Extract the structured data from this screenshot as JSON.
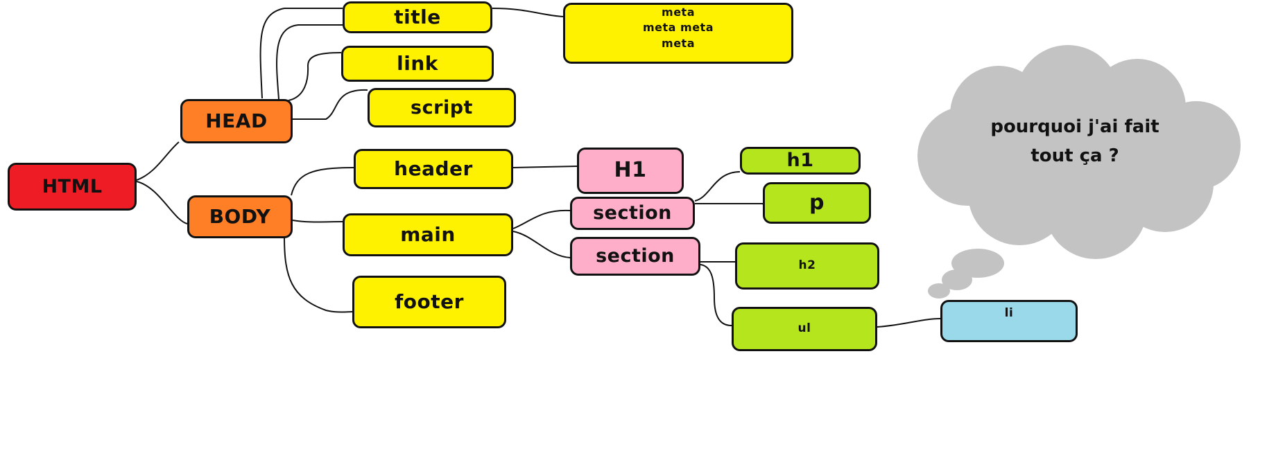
{
  "nodes": {
    "html": "HTML",
    "head": "HEAD",
    "body": "BODY",
    "title": "title",
    "link": "link",
    "script": "script",
    "meta_line1": "meta",
    "meta_line2": "meta meta",
    "meta_line3": "meta",
    "header": "header",
    "main": "main",
    "footer": "footer",
    "h1_upper": "H1",
    "section_1": "section",
    "section_2": "section",
    "h1_lower": "h1",
    "p": "p",
    "h2": "h2",
    "ul": "ul",
    "li": "li"
  },
  "thought_bubble": {
    "line1": "pourquoi j'ai fait",
    "line2": "tout ça ?"
  },
  "colors": {
    "html": "#ee1c24",
    "head_body": "#ff7f27",
    "level2": "#fff200",
    "level3": "#ffaec9",
    "level4": "#b5e61d",
    "level5": "#99d9ea",
    "cloud": "#c3c3c3",
    "stroke": "#111111"
  }
}
